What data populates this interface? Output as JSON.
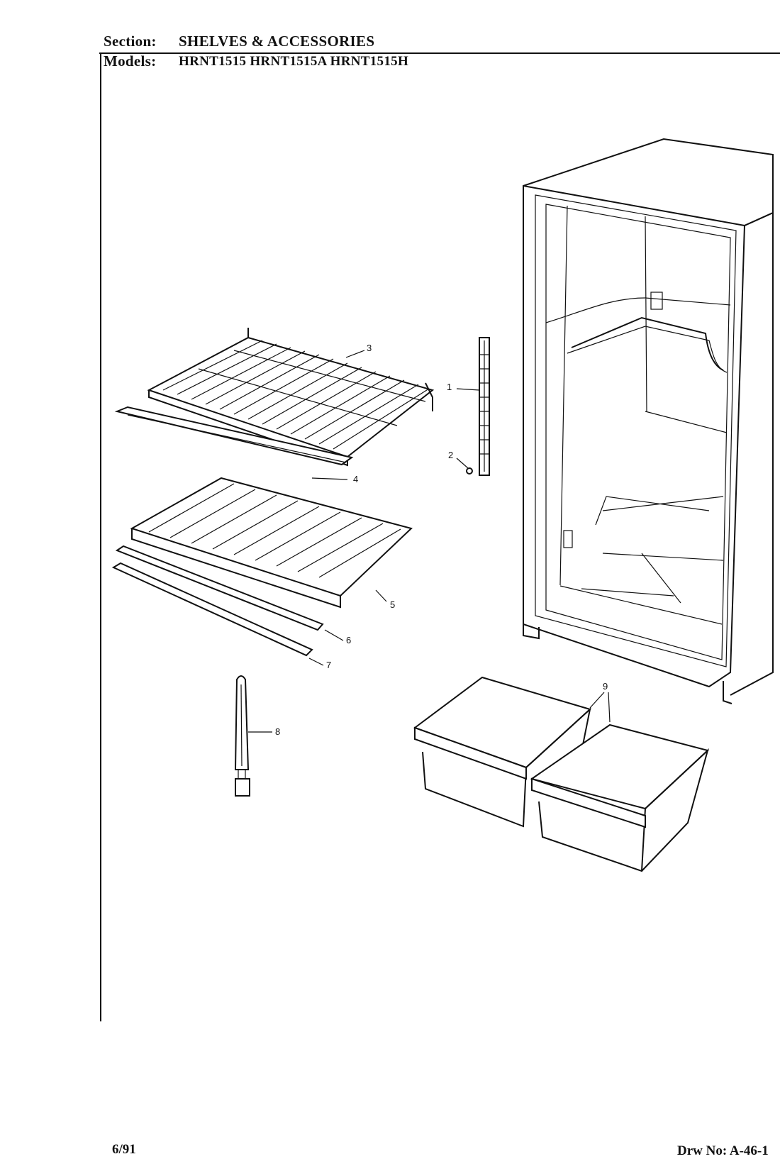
{
  "header": {
    "section_label": "Section:",
    "section_value": "SHELVES & ACCESSORIES",
    "models_label": "Models:",
    "models_value": "HRNT1515  HRNT1515A  HRNT1515H"
  },
  "callouts": [
    "1",
    "2",
    "3",
    "4",
    "5",
    "6",
    "7",
    "8",
    "9"
  ],
  "footer": {
    "date": "6/91",
    "drawing_number": "Drw No: A-46-1"
  }
}
